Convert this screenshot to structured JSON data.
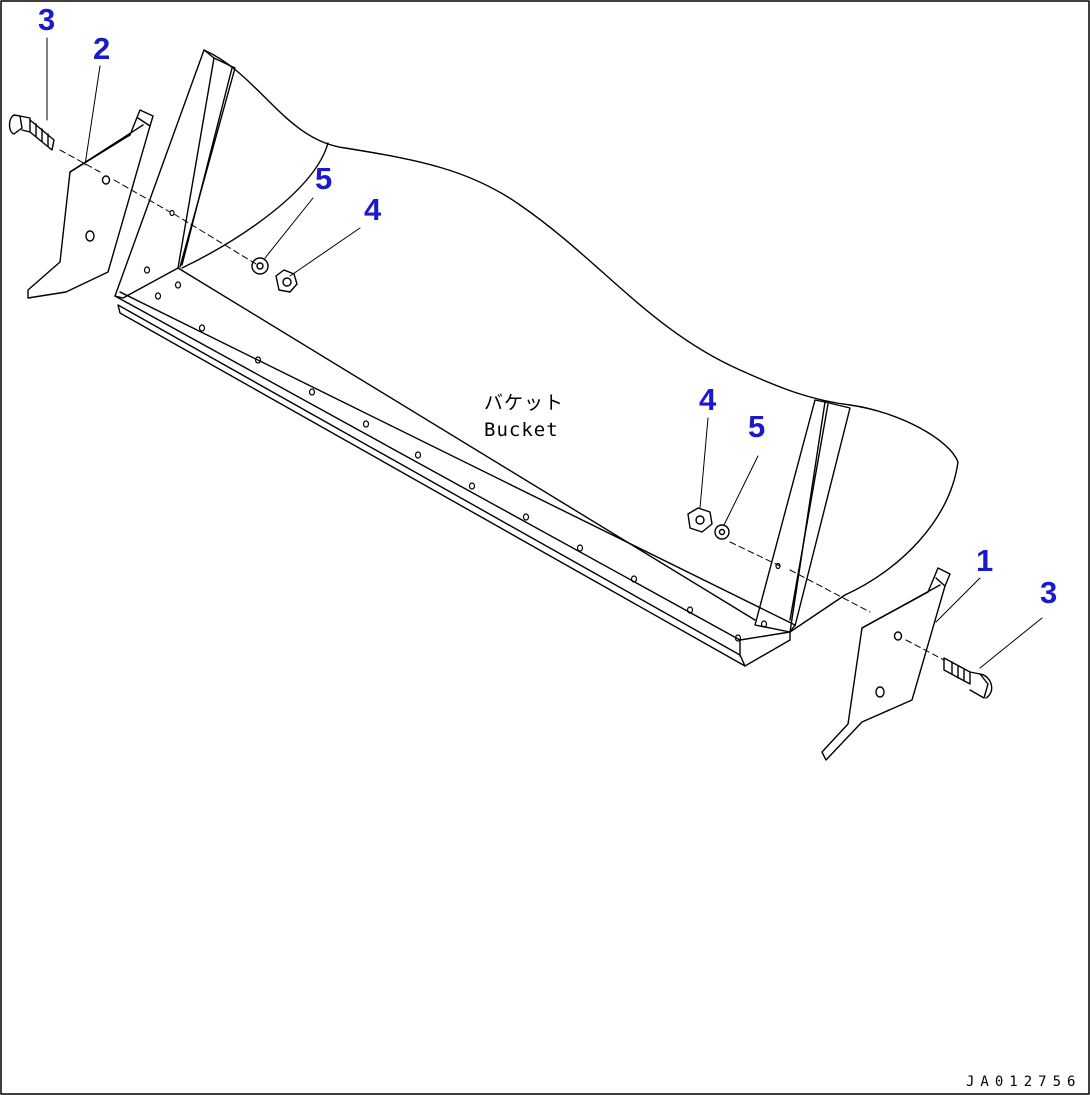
{
  "diagram": {
    "callouts": [
      {
        "id": "c3-left",
        "text": "3"
      },
      {
        "id": "c2-left",
        "text": "2"
      },
      {
        "id": "c5-upper",
        "text": "5"
      },
      {
        "id": "c4-upper",
        "text": "4"
      },
      {
        "id": "c4-lower",
        "text": "4"
      },
      {
        "id": "c5-lower",
        "text": "5"
      },
      {
        "id": "c1-right",
        "text": "1"
      },
      {
        "id": "c3-right",
        "text": "3"
      }
    ],
    "part_label": {
      "jp": "バケット",
      "en": "Bucket"
    },
    "drawing_number": "JA012756",
    "colors": {
      "callout": "#1a1acc",
      "line": "#000000",
      "background": "#ffffff"
    }
  }
}
